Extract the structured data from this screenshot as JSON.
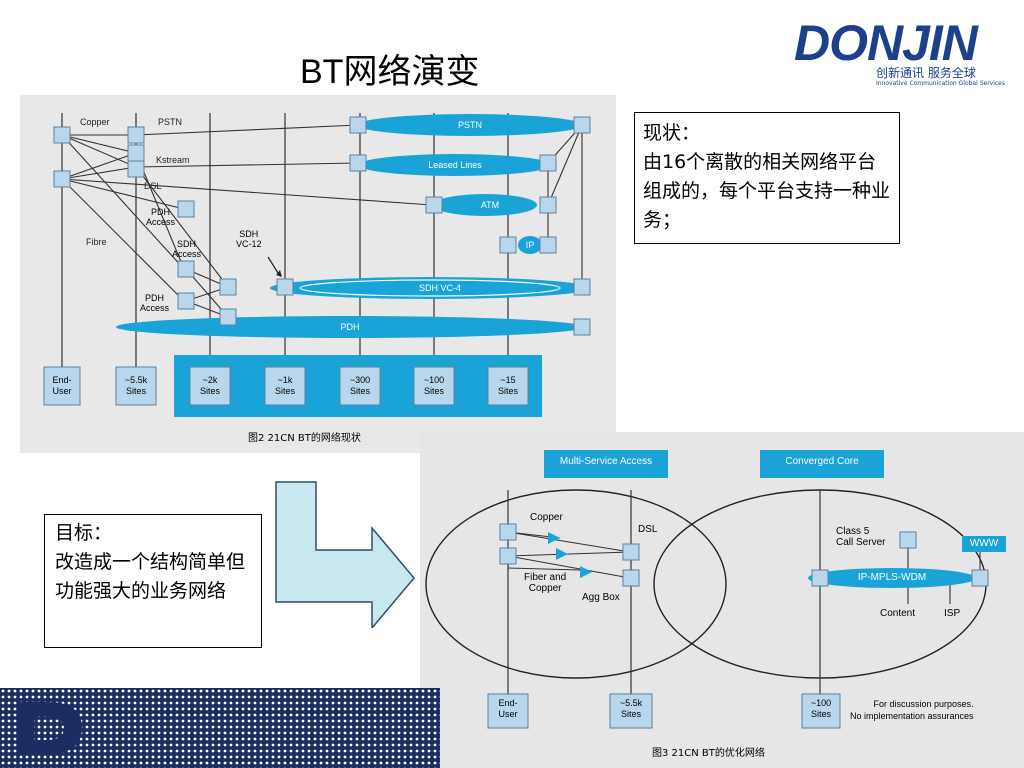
{
  "title": "BT网络演变",
  "logo": {
    "brand": "DONJIN",
    "tagline": "创新通讯 服务全球",
    "tagline_en": "Innovative Communication Global Services"
  },
  "current_state": {
    "heading": "现状：",
    "body": "由16个离散的相关网络平台组成的，每个平台支持一种业务；"
  },
  "goal": {
    "heading": "目标：",
    "body": "改造成一个结构简单但功能强大的业务网络"
  },
  "fig2": {
    "caption": "图2  21CN BT的网络现状",
    "left_labels": {
      "copper": "Copper",
      "pstn": "PSTN",
      "kstream": "Kstream",
      "dsl": "DSL",
      "pdh_access_1": "PDH\nAccess",
      "fibre": "Fibre",
      "sdh_access": "SDH\nAccess",
      "sdh_vc12": "SDH\nVC-12",
      "pdh_access_2": "PDH\nAccess"
    },
    "networks": {
      "pstn": "PSTN",
      "leased_lines": "Leased Lines",
      "atm": "ATM",
      "ip": "IP",
      "sdh_vc4": "SDH VC-4",
      "pdh": "PDH"
    },
    "sites": {
      "end_user": "End-\nUser",
      "s55k": "~5.5k\nSites",
      "s2k": "~2k\nSites",
      "s1k": "~1k\nSites",
      "s300": "~300\nSites",
      "s100": "~100\nSites",
      "s15": "~15\nSites"
    }
  },
  "fig3": {
    "caption": "图3  21CN BT的优化网络",
    "msa": "Multi-Service Access",
    "core": "Converged Core",
    "copper": "Copper",
    "dsl": "DSL",
    "fiber_copper": "Fiber and\nCopper",
    "agg_box": "Agg Box",
    "class5": "Class 5\nCall Server",
    "www": "WWW",
    "ipmpls": "IP-MPLS-WDM",
    "content": "Content",
    "isp": "ISP",
    "end_user": "End-\nUser",
    "s55k": "~5.5k\nSites",
    "s100": "~100\nSites",
    "disclaimer": "For discussion purposes.\nNo implementation assurances"
  },
  "colors": {
    "cyan": "#1aa3d7",
    "node": "#b8d7ec",
    "brand": "#1e3f8c",
    "arrow_fill": "#c9e8ee",
    "dots_bg": "#1a2e63"
  }
}
